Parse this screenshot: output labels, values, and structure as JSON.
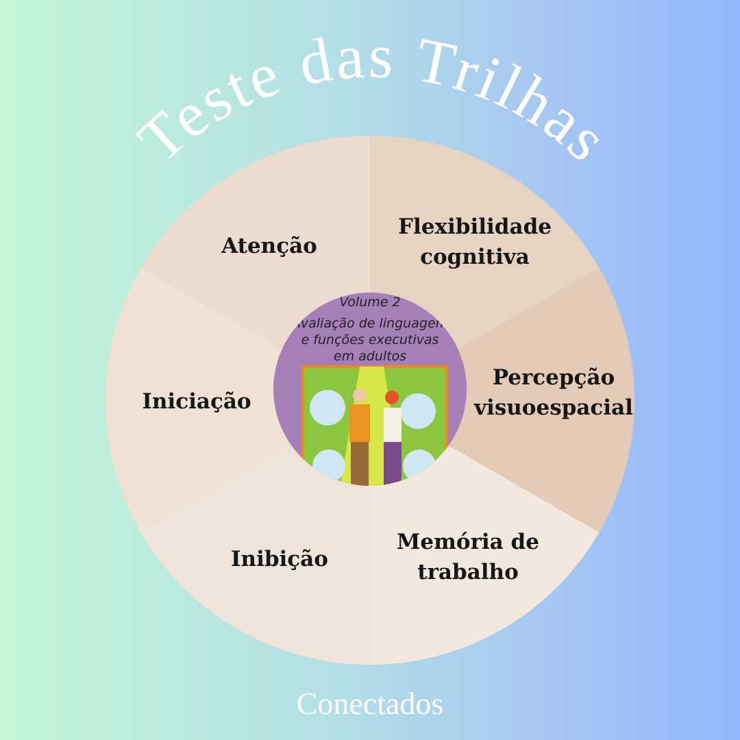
{
  "title": "Teste das Trilhas",
  "footer": "Conectados",
  "segments": [
    {
      "lines": [
        "Flexibilidade",
        "cognitiva"
      ],
      "color": "#e6d3c2"
    },
    {
      "lines": [
        "Percepção",
        "visuoespacial"
      ],
      "color": "#e3cbb7"
    },
    {
      "lines": [
        "Memória de",
        "trabalho"
      ],
      "color": "#f3e8de"
    },
    {
      "lines": [
        "Inibição"
      ],
      "color": "#f0e4da"
    },
    {
      "lines": [
        "Iniciação"
      ],
      "color": "#efe1d4"
    },
    {
      "lines": [
        "Atenção"
      ],
      "color": "#ecdccf"
    }
  ],
  "book": {
    "volume": "Volume 2",
    "title_lines": [
      "Avaliação de linguagem",
      "e funções executivas",
      "em adultos"
    ],
    "color": "#a77fb8"
  }
}
